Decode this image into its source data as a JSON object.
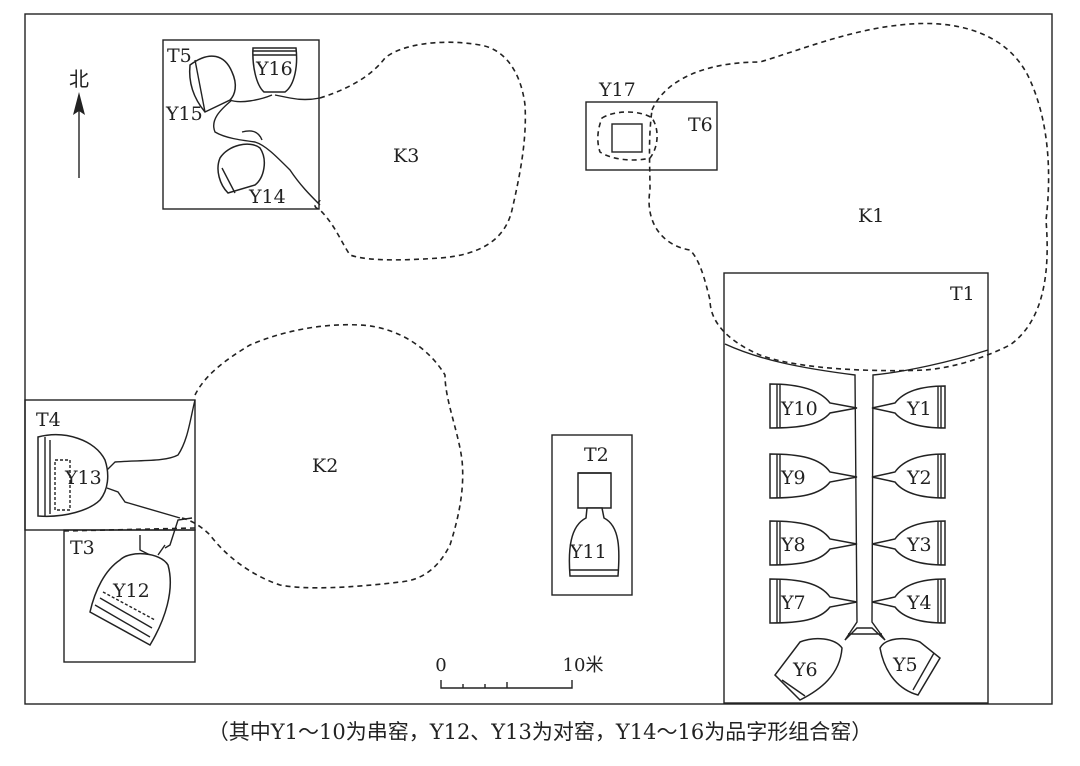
{
  "trenches": [
    {
      "id": "t1",
      "label": "T1"
    },
    {
      "id": "t2",
      "label": "T2"
    },
    {
      "id": "t3",
      "label": "T3"
    },
    {
      "id": "t4",
      "label": "T4"
    },
    {
      "id": "t5",
      "label": "T5"
    },
    {
      "id": "t6",
      "label": "T6"
    }
  ],
  "pits": [
    {
      "id": "k1",
      "label": "K1"
    },
    {
      "id": "k2",
      "label": "K2"
    },
    {
      "id": "k3",
      "label": "K3"
    }
  ],
  "kilns": [
    {
      "id": "y1",
      "label": "Y1"
    },
    {
      "id": "y2",
      "label": "Y2"
    },
    {
      "id": "y3",
      "label": "Y3"
    },
    {
      "id": "y4",
      "label": "Y4"
    },
    {
      "id": "y5",
      "label": "Y5"
    },
    {
      "id": "y6",
      "label": "Y6"
    },
    {
      "id": "y7",
      "label": "Y7"
    },
    {
      "id": "y8",
      "label": "Y8"
    },
    {
      "id": "y9",
      "label": "Y9"
    },
    {
      "id": "y10",
      "label": "Y10"
    },
    {
      "id": "y11",
      "label": "Y11"
    },
    {
      "id": "y12",
      "label": "Y12"
    },
    {
      "id": "y13",
      "label": "Y13"
    },
    {
      "id": "y14",
      "label": "Y14"
    },
    {
      "id": "y15",
      "label": "Y15"
    },
    {
      "id": "y16",
      "label": "Y16"
    },
    {
      "id": "y17",
      "label": "Y17"
    }
  ],
  "north_label": "北",
  "scale_bar": {
    "start_label": "0",
    "end_label": "10米"
  },
  "caption": "（其中Y1～10为串窑，Y12、Y13为对窑，Y14～16为品字形组合窑）"
}
